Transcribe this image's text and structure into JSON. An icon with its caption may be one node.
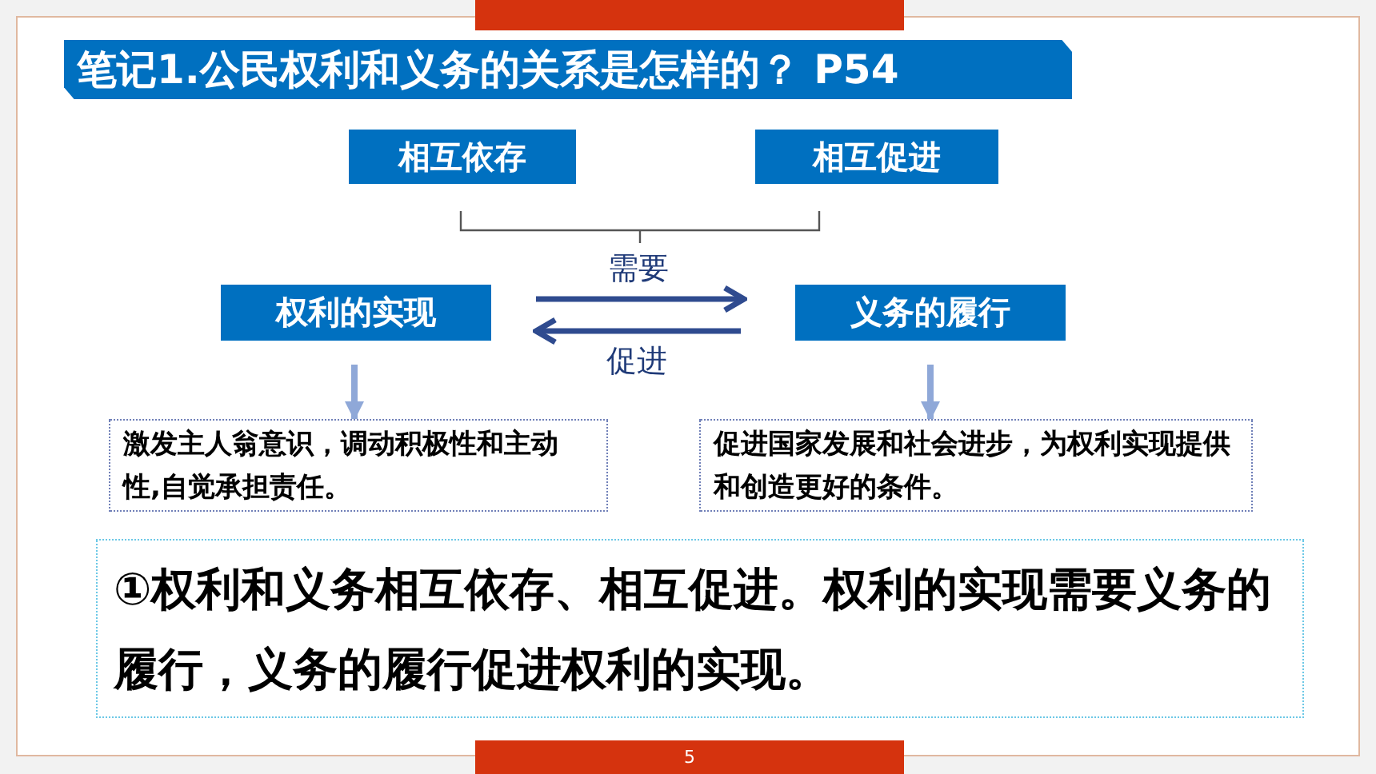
{
  "diagram": {
    "title": "笔记1.公民权利和义务的关系是怎样的？ P54",
    "nodes": [
      {
        "text": [
          "相互依存"
        ]
      },
      {
        "text": [
          "相互促进"
        ]
      },
      {
        "text": [
          "权利的实现"
        ]
      },
      {
        "text": [
          "义务的履行"
        ]
      },
      {
        "text": [
          "激发主人翁意识，调动积极性和主动性,自觉承担责任。"
        ]
      },
      {
        "text": [
          "促进国家发展和社会进步，为权利实现提供和创造更好的条件。"
        ]
      },
      {
        "text": [
          "①权利和义务相互依存、相互促进。权利的实现需要义务的履行，义务的履行促进权利的实现。"
        ]
      }
    ],
    "edges": [
      {
        "from": 2,
        "to": 3,
        "arrow": "to",
        "label": "需要",
        "color": "#2f4b8f"
      },
      {
        "from": 3,
        "to": 2,
        "arrow": "to",
        "label": "促进",
        "color": "#2f4b8f"
      },
      {
        "from": 2,
        "to": 4,
        "arrow": "to",
        "color": "#8fa8d8"
      },
      {
        "from": 3,
        "to": 5,
        "arrow": "to",
        "color": "#8fa8d8"
      }
    ],
    "labels": [
      "5"
    ]
  }
}
